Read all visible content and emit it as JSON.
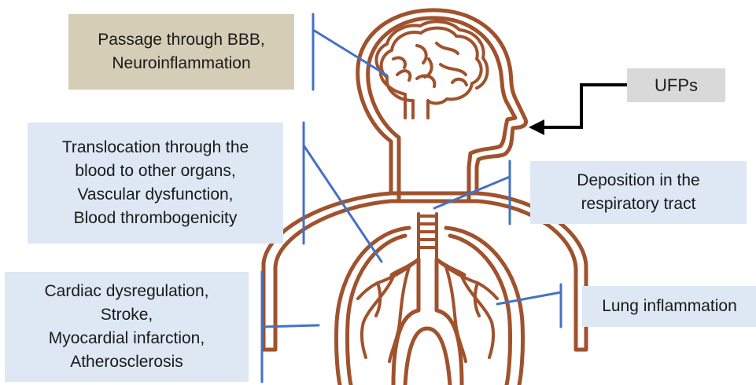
{
  "labels": {
    "bbb": [
      "Passage through BBB,",
      "Neuroinflammation"
    ],
    "blood": [
      "Translocation through the",
      "blood to other organs,",
      "Vascular dysfunction,",
      "Blood thrombogenicity"
    ],
    "respiratory": [
      "Deposition in the",
      "respiratory tract"
    ],
    "cardiac": [
      "Cardiac dysregulation,",
      "Stroke,",
      "Myocardial infarction,",
      "Atherosclerosis"
    ],
    "lung": "Lung inflammation",
    "ufp": "UFPs"
  },
  "colors": {
    "figure_stroke": "#a0522d",
    "connector": "#4472c4",
    "arrow": "#000000",
    "tan_box": "#d6cdb6",
    "blue_box": "#dde8f4",
    "gray_box": "#d9d9d9"
  },
  "icons": {
    "figure": "human-head-torso-outline",
    "brain": "brain-icon",
    "lungs": "lungs-icon"
  }
}
